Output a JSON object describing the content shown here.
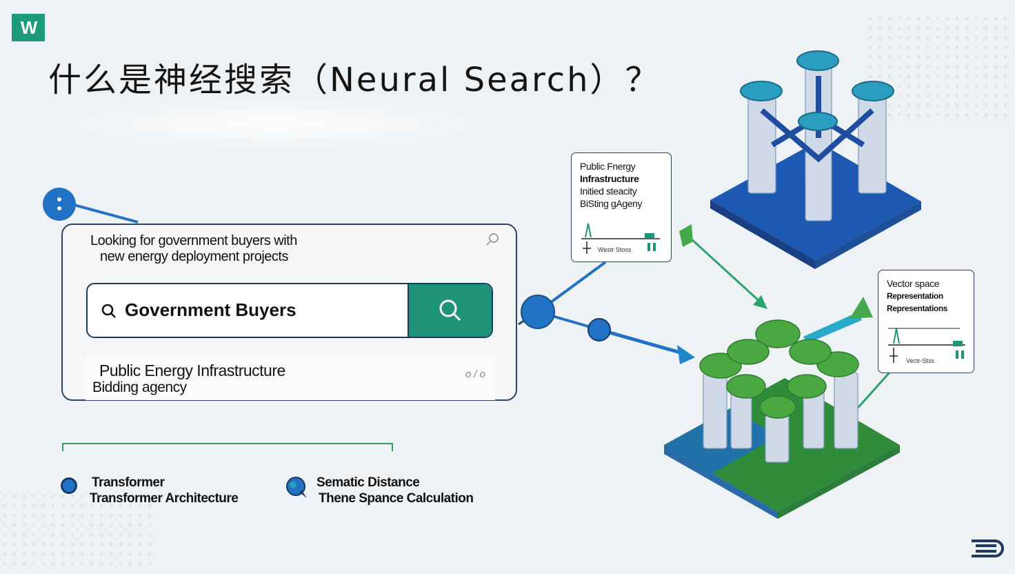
{
  "logo": {
    "text": "W",
    "color": "#1c9a79"
  },
  "title": "什么是神经搜索（Neural Search）？",
  "search_panel": {
    "query_line1": "Looking for government buyers with",
    "query_line2": "new energy deployment projects",
    "search_value": "Government Buyers",
    "search_icon": "search-icon",
    "button_icon": "search-icon",
    "result_line1": "Public Energy Infrastructure",
    "result_line2": "Bidding agency",
    "result_more": "o / o"
  },
  "legend": [
    {
      "title": "Transformer",
      "subtitle": "Transformer Architecture",
      "icon": "circle-node-icon"
    },
    {
      "title": "Sematic Distance",
      "subtitle": "Thene Spance   Calculation",
      "icon": "speech-bubble-icon"
    }
  ],
  "card_top": {
    "line1": "Public Fnergy",
    "line2": "Infrastructure",
    "line3": "Initied steacity",
    "line4": "BiSting gAgeny",
    "footer": "Westr Stoss"
  },
  "card_right": {
    "line1": "Vector space",
    "line2": "Representation",
    "line3": "Representations",
    "footer": "Vectr-Stss"
  },
  "colors": {
    "accent_green": "#1f9377",
    "navy": "#1d3a5c",
    "blue": "#2171c4",
    "background": "#eef2f5"
  }
}
